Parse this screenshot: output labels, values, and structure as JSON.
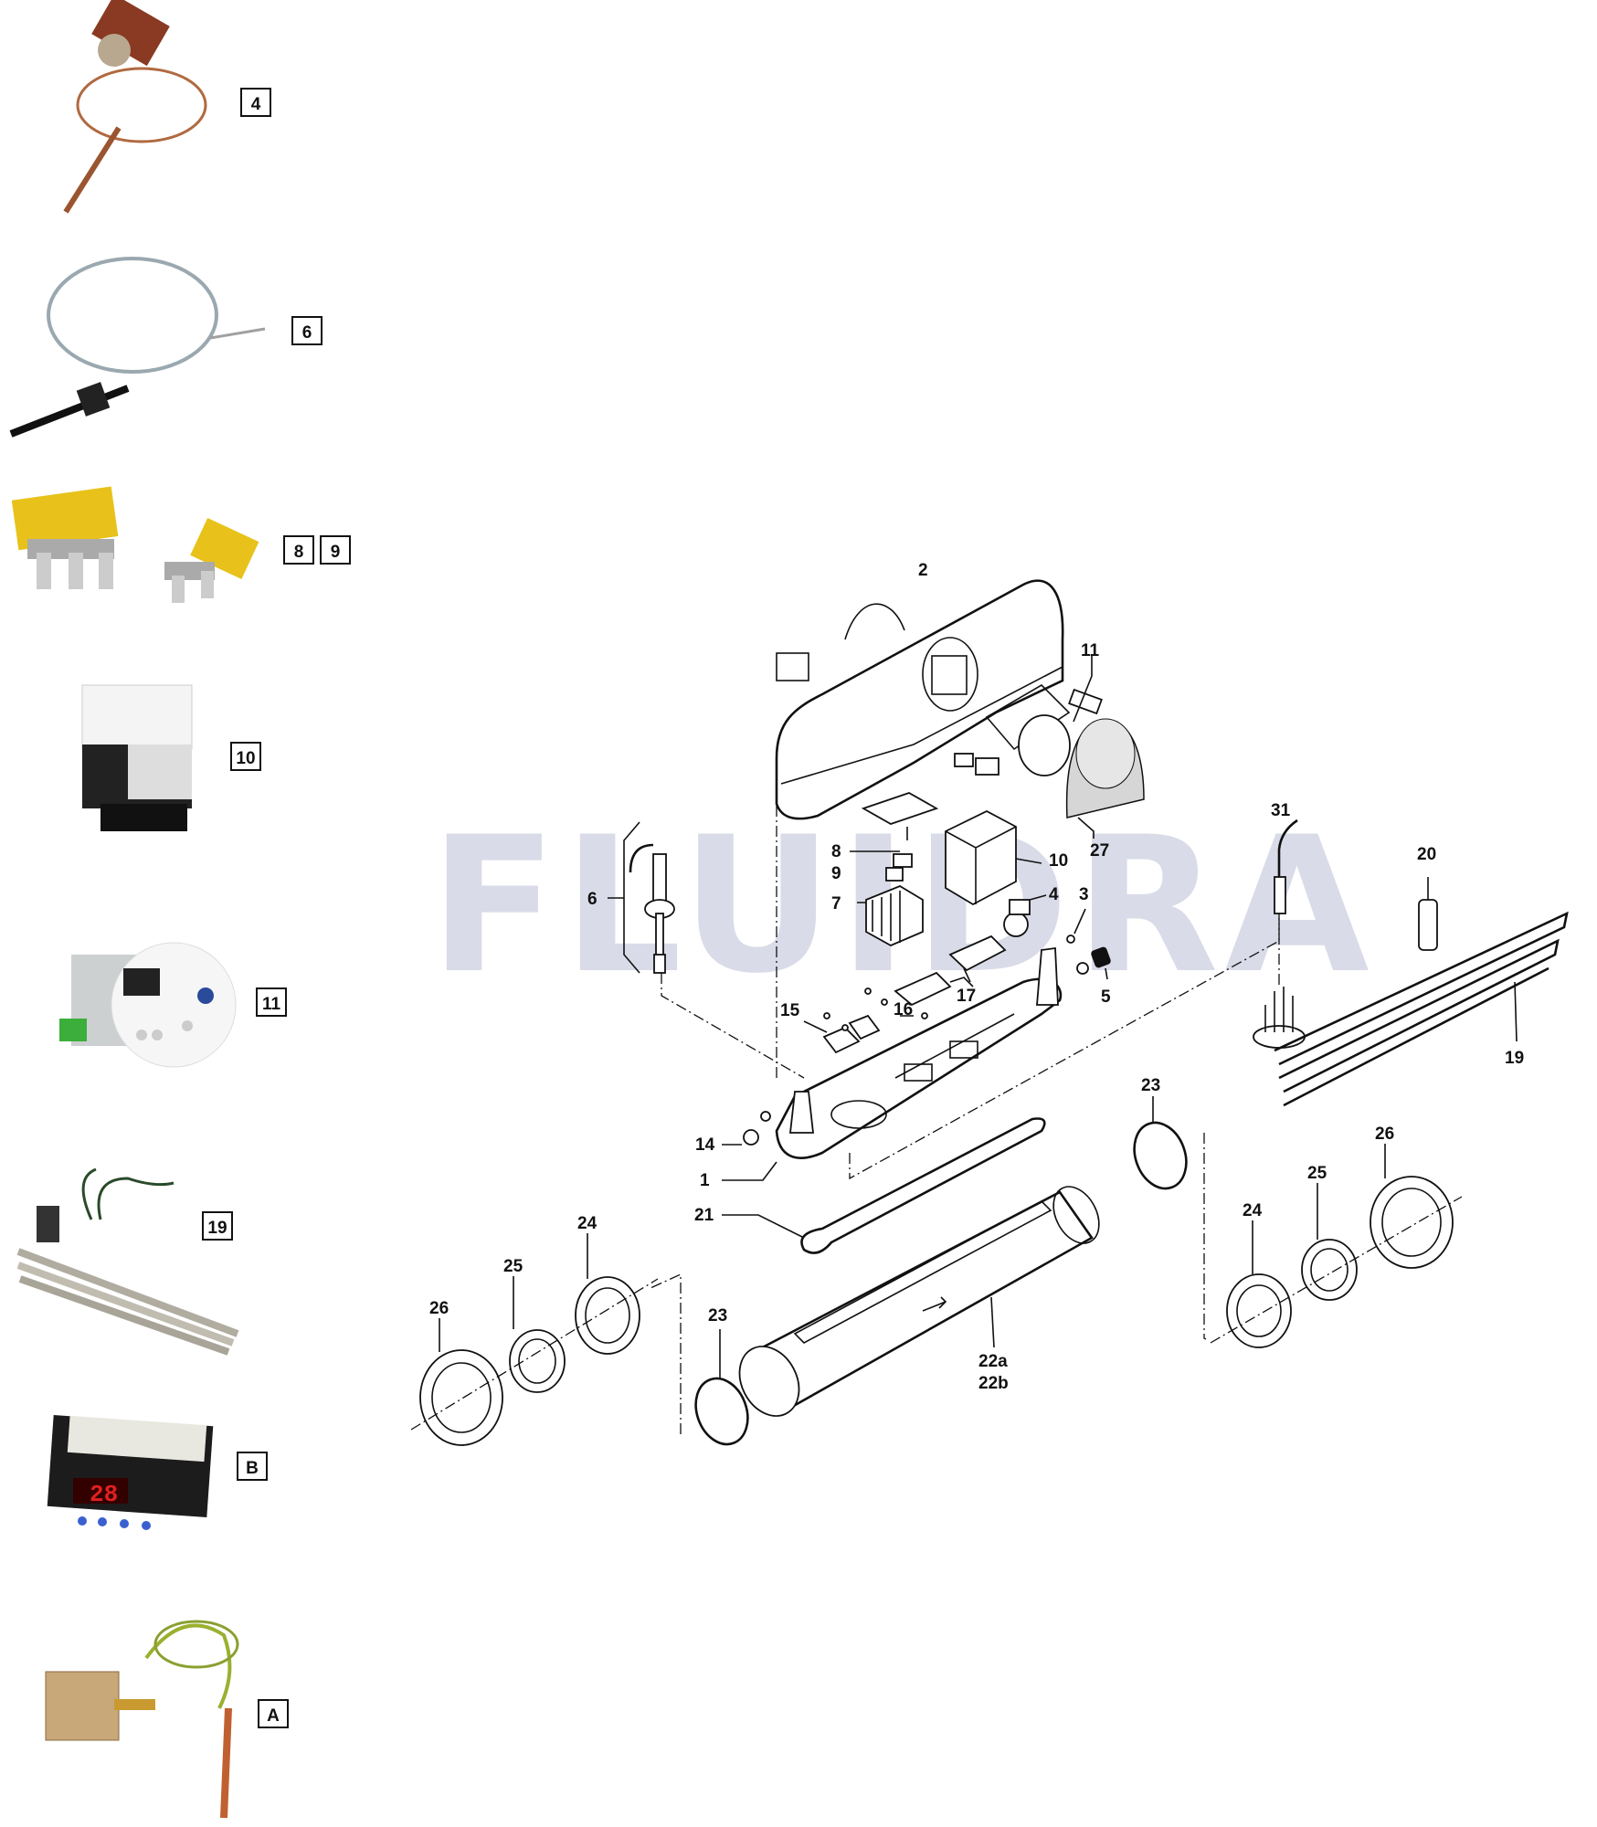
{
  "watermark": "FLUIDRA",
  "photo_labels": {
    "thermostat_4": "4",
    "cable_6": "6",
    "bridge_8": "8",
    "bridge_9": "9",
    "contactor_10": "10",
    "controller_11": "11",
    "heater_19": "19",
    "display_B": "B",
    "thermostat_A": "A"
  },
  "callouts": {
    "c2": "2",
    "c11": "11",
    "c27": "27",
    "c31": "31",
    "c20": "20",
    "c10": "10",
    "c8": "8",
    "c9": "9",
    "c7": "7",
    "c6": "6",
    "c4": "4",
    "c3": "3",
    "c5": "5",
    "c17": "17",
    "c16": "16",
    "c15": "15",
    "c19": "19",
    "c23r": "23",
    "c26r": "26",
    "c25r": "25",
    "c24r": "24",
    "c14": "14",
    "c1": "1",
    "c21": "21",
    "c24l": "24",
    "c25l": "25",
    "c26l": "26",
    "c23l": "23",
    "c22a": "22a",
    "c22b": "22b"
  }
}
